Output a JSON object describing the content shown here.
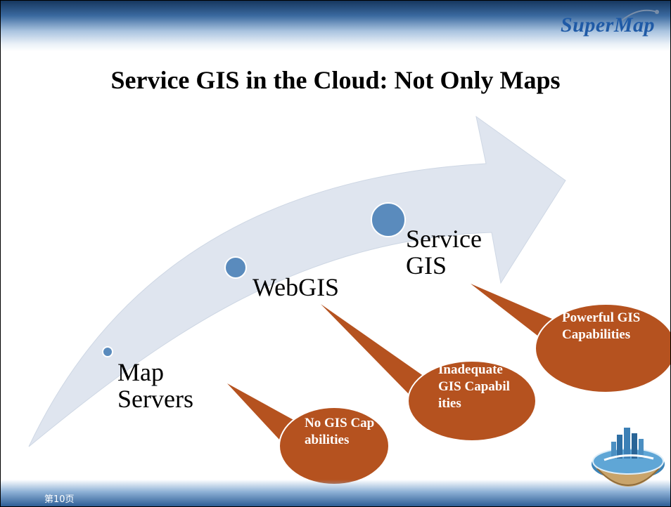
{
  "slide": {
    "title": "Service GIS in the Cloud: Not Only Maps",
    "logo": "SuperMap",
    "page_number": "第10页"
  },
  "stages": [
    {
      "label": "Map Servers"
    },
    {
      "label": "WebGIS"
    },
    {
      "label": "Service GIS"
    }
  ],
  "callouts": [
    {
      "text": "No GIS Capabilities"
    },
    {
      "text": "Inadequate GIS Capabilities"
    },
    {
      "text": "Powerful GIS Capabilities"
    }
  ],
  "colors": {
    "arrow": "#dfe5ef",
    "dot": "#5a8bbd",
    "callout": "#b5521f",
    "title": "#000000",
    "logo": "#1f5aa6"
  }
}
